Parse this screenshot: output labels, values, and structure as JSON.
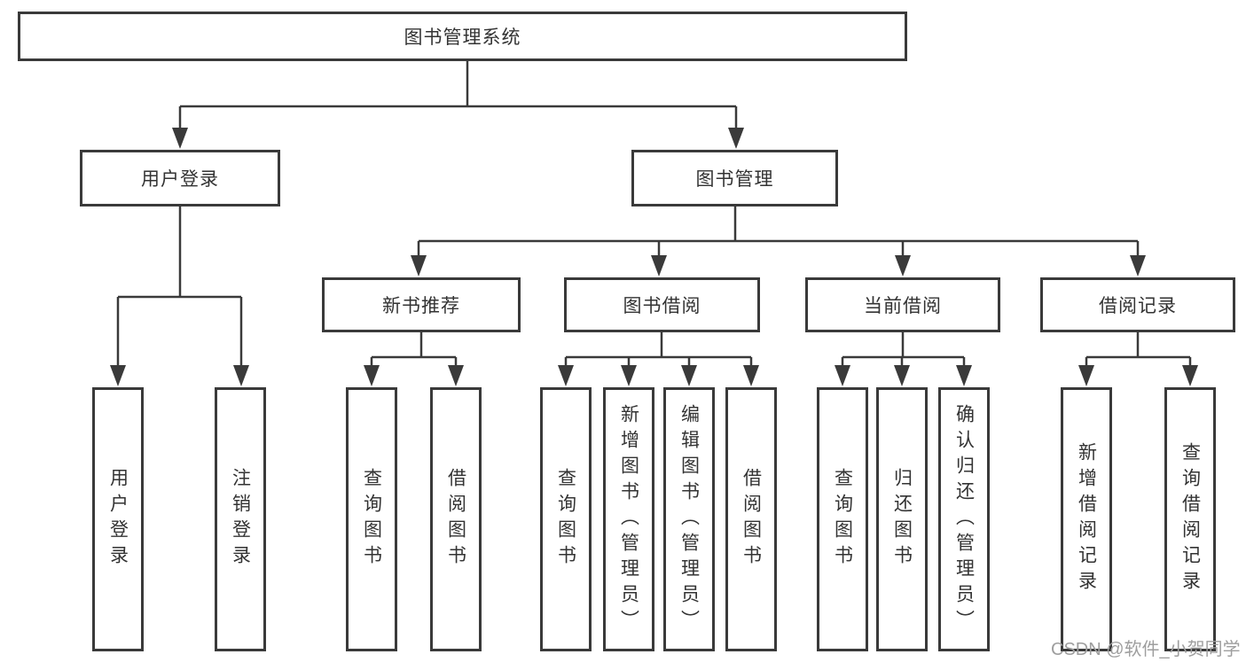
{
  "diagram": {
    "title": "图书管理系统",
    "branches": [
      {
        "label": "用户登录",
        "children": [
          "用户登录",
          "注销登录"
        ]
      },
      {
        "label": "图书管理",
        "modules": [
          {
            "label": "新书推荐",
            "children": [
              "查询图书",
              "借阅图书"
            ]
          },
          {
            "label": "图书借阅",
            "children": [
              "查询图书",
              "新增图书（管理员）",
              "编辑图书（管理员）",
              "借阅图书"
            ]
          },
          {
            "label": "当前借阅",
            "children": [
              "查询图书",
              "归还图书",
              "确认归还（管理员）"
            ]
          },
          {
            "label": "借阅记录",
            "children": [
              "新增借阅记录",
              "查询借阅记录"
            ]
          }
        ]
      }
    ]
  },
  "watermark": {
    "text": "CSDN @软件_小贺同学"
  },
  "colors": {
    "line": "#3a3a3a",
    "box_border": "#3a3a3a",
    "box_background": "#ffffff",
    "text": "#333333",
    "watermark": "#9e9e9e",
    "page_background": "#ffffff"
  }
}
